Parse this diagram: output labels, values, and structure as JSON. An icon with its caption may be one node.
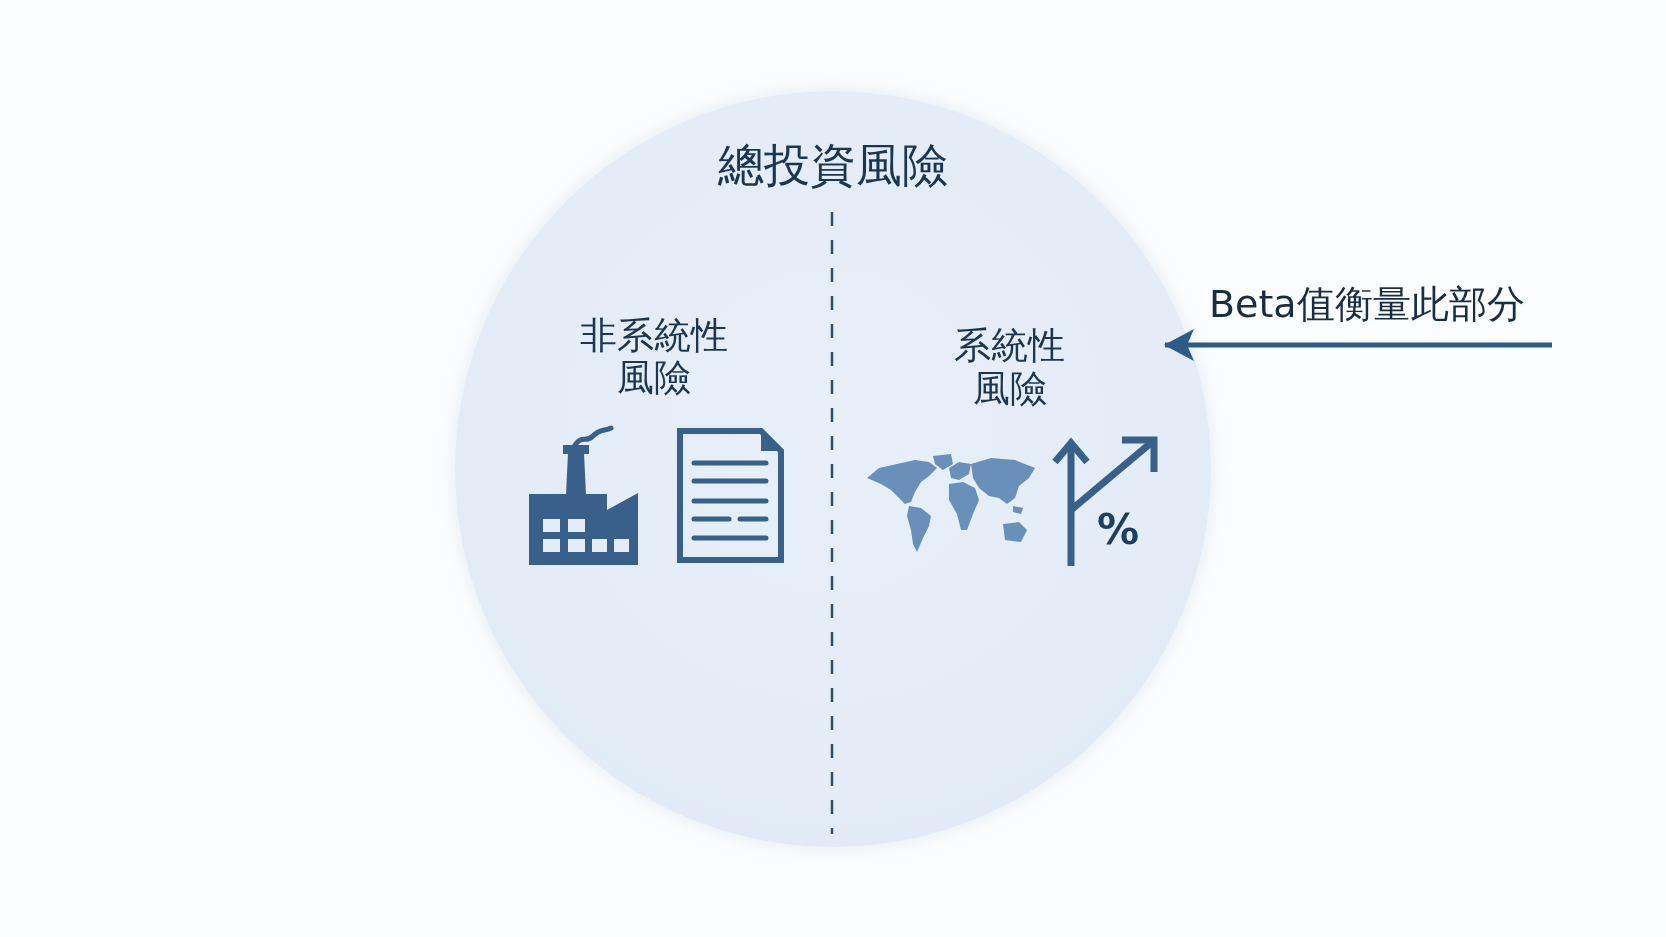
{
  "diagram": {
    "nodes": [
      {
        "text": [
          "總投資風險"
        ]
      },
      {
        "text": [
          "非系統性風險"
        ],
        "in": 0
      },
      {
        "text": [
          "系統性風險"
        ],
        "in": 0
      }
    ],
    "edges": [
      {
        "from": null,
        "to": 2,
        "arrow": "to",
        "label": "Beta值衡量此部分"
      }
    ],
    "labels": [
      "%"
    ]
  }
}
